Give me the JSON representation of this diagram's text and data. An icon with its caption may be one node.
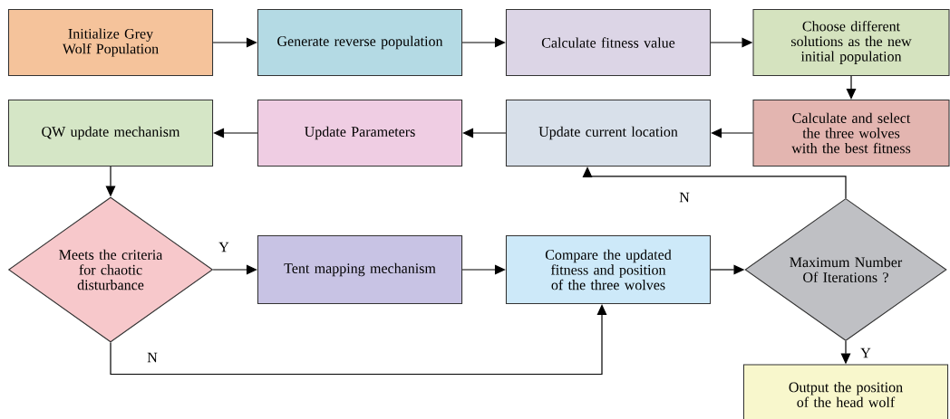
{
  "diagram": {
    "nodes": [
      {
        "text": [
          "Initialize Grey Wolf Population"
        ]
      },
      {
        "text": [
          "Generate reverse population"
        ]
      },
      {
        "text": [
          "Calculate fitness value"
        ]
      },
      {
        "text": [
          "Choose different solutions as the new initial population"
        ]
      },
      {
        "text": [
          "Calculate and select the three wolves with the best fitness"
        ]
      },
      {
        "text": [
          "Update current location"
        ]
      },
      {
        "text": [
          "Update Parameters"
        ]
      },
      {
        "text": [
          "QW update mechanism"
        ]
      },
      {
        "text": [
          "Meets the criteria for chaotic disturbance"
        ]
      },
      {
        "text": [
          "Tent mapping mechanism"
        ]
      },
      {
        "text": [
          "Compare the updated fitness and position of the three wolves"
        ]
      },
      {
        "text": [
          "Maximum Number Of Iterations ?"
        ]
      },
      {
        "text": [
          "Output the position of the head wolf"
        ]
      }
    ],
    "edges": [
      {
        "from": 0,
        "to": 1,
        "arrow": "to"
      },
      {
        "from": 1,
        "to": 2,
        "arrow": "to"
      },
      {
        "from": 2,
        "to": 3,
        "arrow": "to"
      },
      {
        "from": 3,
        "to": 4,
        "arrow": "to"
      },
      {
        "from": 4,
        "to": 5,
        "arrow": "to"
      },
      {
        "from": 5,
        "to": 6,
        "arrow": "to"
      },
      {
        "from": 6,
        "to": 7,
        "arrow": "to"
      },
      {
        "from": 7,
        "to": 8,
        "arrow": "to"
      },
      {
        "from": 8,
        "to": 9,
        "arrow": "to",
        "label": "Y"
      },
      {
        "from": 9,
        "to": 10,
        "arrow": "to"
      },
      {
        "from": 10,
        "to": 11,
        "arrow": "to"
      },
      {
        "from": 11,
        "to": 5,
        "arrow": "to",
        "label": "N"
      },
      {
        "from": 11,
        "to": 12,
        "arrow": "to",
        "label": "Y"
      },
      {
        "from": 8,
        "to": 10,
        "arrow": "to",
        "label": "N"
      }
    ]
  }
}
